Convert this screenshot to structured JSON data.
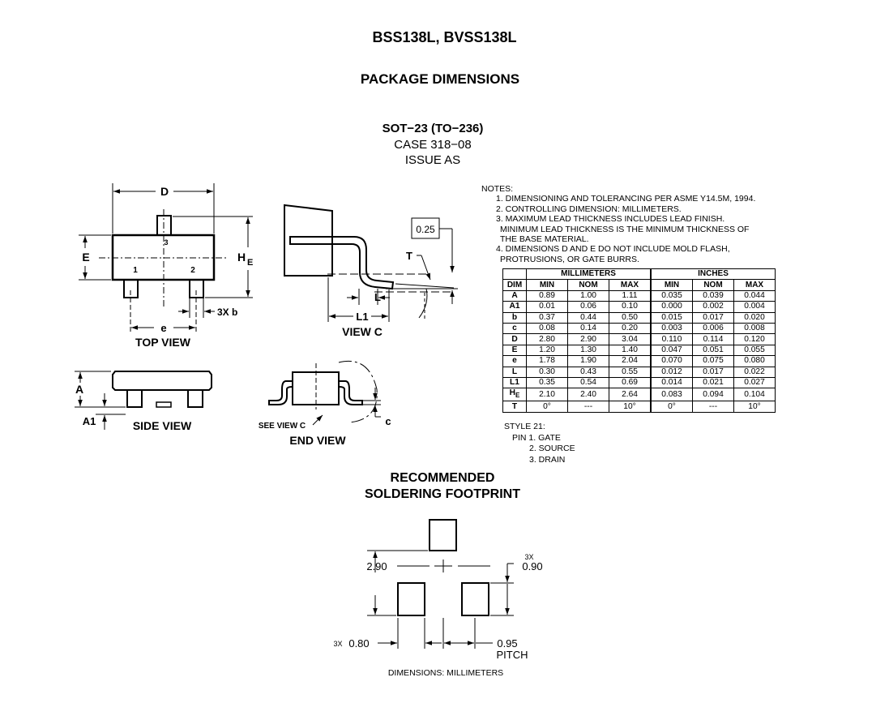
{
  "header": {
    "title": "BSS138L, BVSS138L",
    "section": "PACKAGE DIMENSIONS"
  },
  "package": {
    "name": "SOT−23 (TO−236)",
    "case": "CASE 318−08",
    "issue": "ISSUE AS"
  },
  "drawing_labels": {
    "top_view": "TOP VIEW",
    "side_view": "SIDE VIEW",
    "end_view": "END VIEW",
    "view_c": "VIEW C",
    "see_view_c": "SEE VIEW C",
    "d": "D",
    "e_dim": "E",
    "he": "H",
    "he_sub": "E",
    "pin1": "1",
    "pin2": "2",
    "pin3": "3",
    "e_pitch": "e",
    "three_x_b": "3X b",
    "a": "A",
    "a1": "A1",
    "c": "c",
    "l": "L",
    "l1": "L1",
    "t": "T",
    "tol": "0.25"
  },
  "notes": {
    "heading": "NOTES:",
    "items": [
      "1.  DIMENSIONING AND TOLERANCING PER ASME Y14.5M, 1994.",
      "2.  CONTROLLING DIMENSION: MILLIMETERS.",
      "3.  MAXIMUM LEAD THICKNESS INCLUDES LEAD FINISH.",
      "MINIMUM LEAD THICKNESS IS THE MINIMUM THICKNESS OF",
      "THE BASE MATERIAL.",
      "4.  DIMENSIONS D AND E DO NOT INCLUDE MOLD FLASH,",
      "PROTRUSIONS, OR GATE BURRS."
    ]
  },
  "table": {
    "group_headers": [
      "MILLIMETERS",
      "INCHES"
    ],
    "columns": [
      "DIM",
      "MIN",
      "NOM",
      "MAX",
      "MIN",
      "NOM",
      "MAX"
    ],
    "rows": [
      {
        "dim": "A",
        "vals": [
          "0.89",
          "1.00",
          "1.11",
          "0.035",
          "0.039",
          "0.044"
        ]
      },
      {
        "dim": "A1",
        "vals": [
          "0.01",
          "0.06",
          "0.10",
          "0.000",
          "0.002",
          "0.004"
        ]
      },
      {
        "dim": "b",
        "vals": [
          "0.37",
          "0.44",
          "0.50",
          "0.015",
          "0.017",
          "0.020"
        ]
      },
      {
        "dim": "c",
        "vals": [
          "0.08",
          "0.14",
          "0.20",
          "0.003",
          "0.006",
          "0.008"
        ]
      },
      {
        "dim": "D",
        "vals": [
          "2.80",
          "2.90",
          "3.04",
          "0.110",
          "0.114",
          "0.120"
        ]
      },
      {
        "dim": "E",
        "vals": [
          "1.20",
          "1.30",
          "1.40",
          "0.047",
          "0.051",
          "0.055"
        ]
      },
      {
        "dim": "e",
        "vals": [
          "1.78",
          "1.90",
          "2.04",
          "0.070",
          "0.075",
          "0.080"
        ]
      },
      {
        "dim": "L",
        "vals": [
          "0.30",
          "0.43",
          "0.55",
          "0.012",
          "0.017",
          "0.022"
        ]
      },
      {
        "dim": "L1",
        "vals": [
          "0.35",
          "0.54",
          "0.69",
          "0.014",
          "0.021",
          "0.027"
        ]
      },
      {
        "dim": "H",
        "vals": [
          "2.10",
          "2.40",
          "2.64",
          "0.083",
          "0.094",
          "0.104"
        ]
      },
      {
        "dim": "T",
        "vals": [
          "0°",
          "---",
          "10°",
          "0°",
          "---",
          "10°"
        ]
      }
    ]
  },
  "style": {
    "heading": "STYLE 21:",
    "pins": [
      "PIN 1.  GATE",
      "2.  SOURCE",
      "3.  DRAIN"
    ]
  },
  "footprint": {
    "title_line1": "RECOMMENDED",
    "title_line2": "SOLDERING FOOTPRINT",
    "dim_height": "2.90",
    "dim_pad_h_prefix": "3X",
    "dim_pad_h": "0.90",
    "dim_pad_w_prefix": "3X",
    "dim_pad_w": "0.80",
    "dim_pitch": "0.95",
    "pitch_label": "PITCH",
    "units_note": "DIMENSIONS: MILLIMETERS"
  }
}
